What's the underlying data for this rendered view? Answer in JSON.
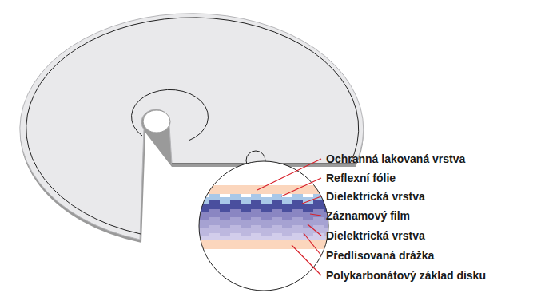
{
  "diagram": {
    "labels": [
      "Ochranná lakovaná vrstva",
      "Reflexní fólie",
      "Dielektrická vrstva",
      "Záznamový film",
      "Dielektrická vrstva",
      "Předlisovaná drážka",
      "Polykarbonátový základ disku"
    ]
  }
}
